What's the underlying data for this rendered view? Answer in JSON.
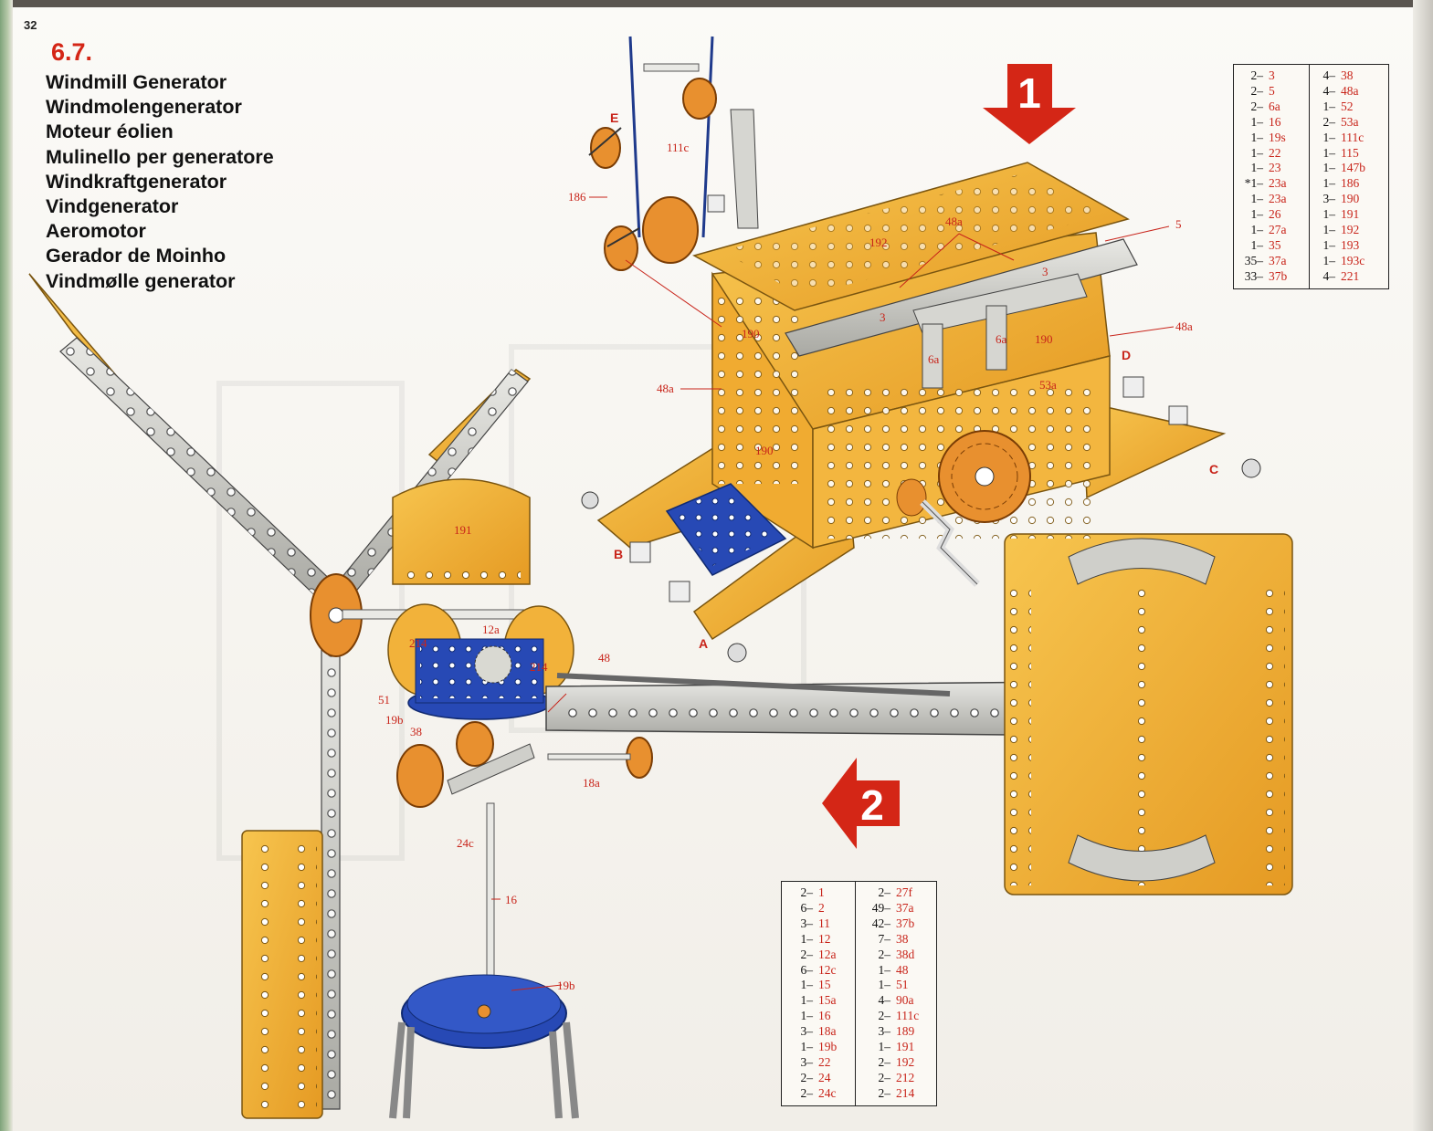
{
  "page_number": "32",
  "section_number": "6.7.",
  "titles": [
    "Windmill Generator",
    "Windmolengenerator",
    "Moteur éolien",
    "Mulinello per generatore",
    "Windkraftgenerator",
    "Vindgenerator",
    "Aeromotor",
    "Gerador de Moinho",
    "Vindmølle generator"
  ],
  "step_arrows": {
    "step1": "1",
    "step2": "2"
  },
  "parts_list_1": {
    "col1": [
      {
        "qty": "2–",
        "part": "3"
      },
      {
        "qty": "2–",
        "part": "5"
      },
      {
        "qty": "2–",
        "part": "6a"
      },
      {
        "qty": "1–",
        "part": "16"
      },
      {
        "qty": "1–",
        "part": "19s"
      },
      {
        "qty": "1–",
        "part": "22"
      },
      {
        "qty": "1–",
        "part": "23"
      },
      {
        "qty": "*1–",
        "part": "23a"
      },
      {
        "qty": "1–",
        "part": "23a"
      },
      {
        "qty": "1–",
        "part": "26"
      },
      {
        "qty": "1–",
        "part": "27a"
      },
      {
        "qty": "1–",
        "part": "35"
      },
      {
        "qty": "35–",
        "part": "37a"
      },
      {
        "qty": "33–",
        "part": "37b"
      }
    ],
    "col2": [
      {
        "qty": "4–",
        "part": "38"
      },
      {
        "qty": "4–",
        "part": "48a"
      },
      {
        "qty": "1–",
        "part": "52"
      },
      {
        "qty": "2–",
        "part": "53a"
      },
      {
        "qty": "1–",
        "part": "111c"
      },
      {
        "qty": "1–",
        "part": "115"
      },
      {
        "qty": "1–",
        "part": "147b"
      },
      {
        "qty": "1–",
        "part": "186"
      },
      {
        "qty": "3–",
        "part": "190"
      },
      {
        "qty": "1–",
        "part": "191"
      },
      {
        "qty": "1–",
        "part": "192"
      },
      {
        "qty": "1–",
        "part": "193"
      },
      {
        "qty": "1–",
        "part": "193c"
      },
      {
        "qty": "4–",
        "part": "221"
      }
    ]
  },
  "parts_list_2": {
    "col1": [
      {
        "qty": "2–",
        "part": "1"
      },
      {
        "qty": "6–",
        "part": "2"
      },
      {
        "qty": "3–",
        "part": "11"
      },
      {
        "qty": "1–",
        "part": "12"
      },
      {
        "qty": "2–",
        "part": "12a"
      },
      {
        "qty": "6–",
        "part": "12c"
      },
      {
        "qty": "1–",
        "part": "15"
      },
      {
        "qty": "1–",
        "part": "15a"
      },
      {
        "qty": "1–",
        "part": "16"
      },
      {
        "qty": "3–",
        "part": "18a"
      },
      {
        "qty": "1–",
        "part": "19b"
      },
      {
        "qty": "3–",
        "part": "22"
      },
      {
        "qty": "2–",
        "part": "24"
      },
      {
        "qty": "2–",
        "part": "24c"
      }
    ],
    "col2": [
      {
        "qty": "2–",
        "part": "27f"
      },
      {
        "qty": "49–",
        "part": "37a"
      },
      {
        "qty": "42–",
        "part": "37b"
      },
      {
        "qty": "7–",
        "part": "38"
      },
      {
        "qty": "2–",
        "part": "38d"
      },
      {
        "qty": "1–",
        "part": "48"
      },
      {
        "qty": "1–",
        "part": "51"
      },
      {
        "qty": "4–",
        "part": "90a"
      },
      {
        "qty": "2–",
        "part": "111c"
      },
      {
        "qty": "3–",
        "part": "189"
      },
      {
        "qty": "1–",
        "part": "191"
      },
      {
        "qty": "2–",
        "part": "192"
      },
      {
        "qty": "2–",
        "part": "212"
      },
      {
        "qty": "2–",
        "part": "214"
      }
    ]
  },
  "callouts": {
    "E": "E",
    "c111c": "111c",
    "c186": "186",
    "c192": "192",
    "c48a_top": "48a",
    "c5": "5",
    "c3a": "3",
    "c3b": "3",
    "c6a_a": "6a",
    "c6a_b": "6a",
    "c190_a": "190",
    "c190_b": "190",
    "c190_c": "190",
    "c48a_right": "48a",
    "D": "D",
    "c48a_left": "48a",
    "c53a": "53a",
    "C": "C",
    "B": "B",
    "A": "A",
    "c191": "191",
    "c12a": "12a",
    "c214_a": "214",
    "c214_b": "214",
    "c48": "48",
    "c51": "51",
    "c19b_a": "19b",
    "c38": "38",
    "c18a": "18a",
    "c24c": "24c",
    "c16": "16",
    "c19b_b": "19b"
  },
  "colors": {
    "yellow": "#f2b23a",
    "blue": "#2749b5",
    "steel": "#c9c9c4",
    "red": "#d42616",
    "copper": "#e8902f"
  }
}
